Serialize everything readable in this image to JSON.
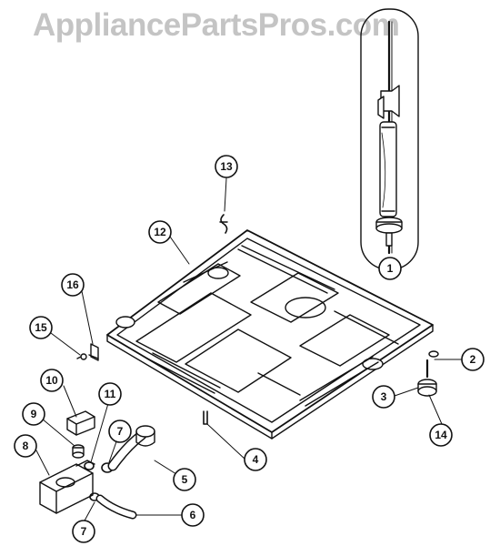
{
  "watermark": "AppliancePartsPros.com",
  "callouts": [
    {
      "id": "1",
      "label": "1"
    },
    {
      "id": "2",
      "label": "2"
    },
    {
      "id": "3",
      "label": "3"
    },
    {
      "id": "4",
      "label": "4"
    },
    {
      "id": "5",
      "label": "5"
    },
    {
      "id": "6",
      "label": "6"
    },
    {
      "id": "7a",
      "label": "7"
    },
    {
      "id": "7b",
      "label": "7"
    },
    {
      "id": "8",
      "label": "8"
    },
    {
      "id": "9",
      "label": "9"
    },
    {
      "id": "10",
      "label": "10"
    },
    {
      "id": "11",
      "label": "11"
    },
    {
      "id": "12",
      "label": "12"
    },
    {
      "id": "13",
      "label": "13"
    },
    {
      "id": "14",
      "label": "14"
    },
    {
      "id": "15",
      "label": "15"
    },
    {
      "id": "16",
      "label": "16"
    }
  ],
  "colors": {
    "line": "#111111",
    "watermark": "#c4c4c4",
    "background": "#ffffff"
  }
}
